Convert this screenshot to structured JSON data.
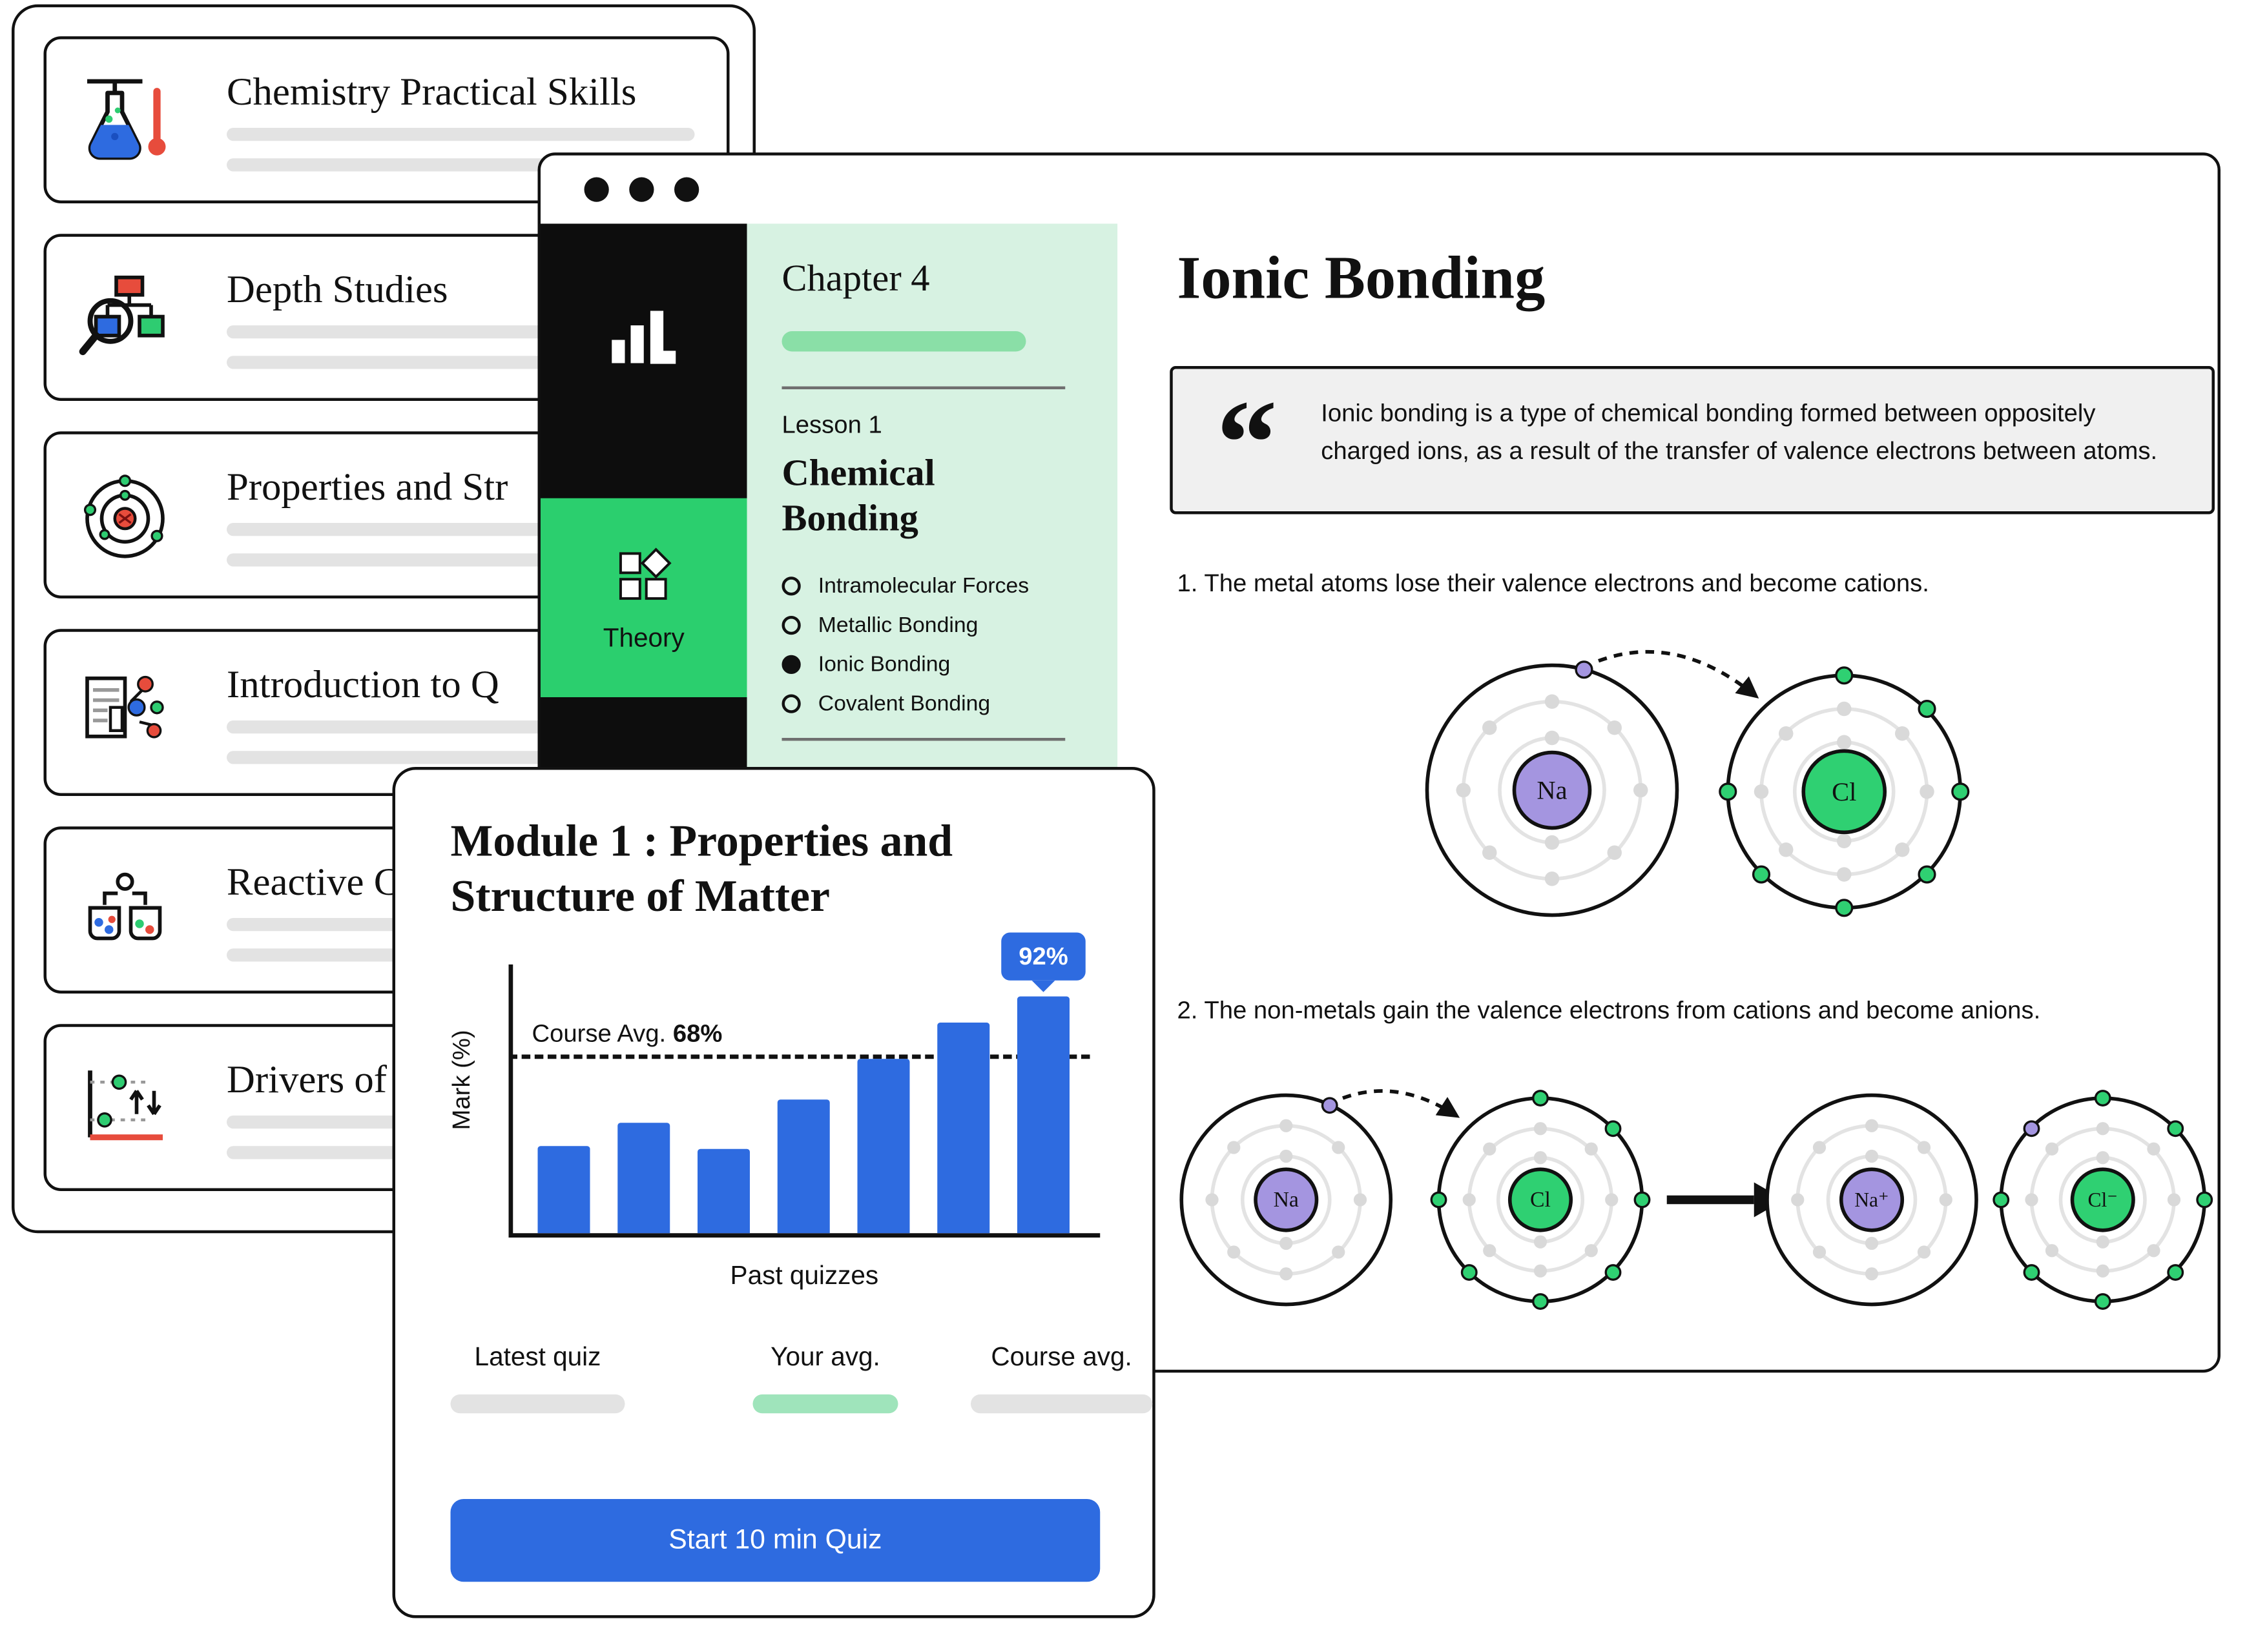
{
  "colors": {
    "accent_green": "#2bcf6e",
    "panel_green": "#d7f2e2",
    "progress_green": "#8adfa7",
    "primary_blue": "#2e6be0",
    "electron_purple": "#a495e0",
    "electron_green": "#2fd072",
    "placeholder_gray": "#e3e3e3",
    "ink": "#111111"
  },
  "course_list": {
    "items": [
      {
        "icon": "chemistry-flask-icon",
        "title": "Chemistry Practical Skills"
      },
      {
        "icon": "depth-studies-icon",
        "title": "Depth Studies"
      },
      {
        "icon": "atom-structure-icon",
        "title": "Properties and Str"
      },
      {
        "icon": "quantitative-doc-icon",
        "title": "Introduction to Q"
      },
      {
        "icon": "reactive-cells-icon",
        "title": "Reactive C"
      },
      {
        "icon": "drivers-chart-icon",
        "title": "Drivers of"
      }
    ]
  },
  "browser": {
    "nav": {
      "theory_label": "Theory"
    },
    "lesson_panel": {
      "chapter": "Chapter 4",
      "lesson_label": "Lesson 1",
      "lesson_title": "Chemical Bonding",
      "topics": [
        {
          "label": "Intramolecular Forces",
          "selected": false
        },
        {
          "label": "Metallic Bonding",
          "selected": false
        },
        {
          "label": "Ionic Bonding",
          "selected": true
        },
        {
          "label": "Covalent Bonding",
          "selected": false
        }
      ]
    },
    "content": {
      "title": "Ionic Bonding",
      "quote_mark": "“",
      "quote": "Ionic bonding is a type of chemical bonding formed between oppositely charged ions, as a result of the transfer of valence electrons between atoms.",
      "step1": "1. The metal atoms lose their valence electrons and become cations.",
      "step2": "2. The non-metals gain the valence electrons from cations and become anions.",
      "labels": {
        "na": "Na",
        "cl": "Cl",
        "na_cation": "Na⁺",
        "cl_anion": "Cl⁻"
      }
    }
  },
  "module_card": {
    "title": "Module 1 : Properties and Structure of Matter",
    "chart": {
      "type": "bar",
      "ylabel": "Mark (%)",
      "xlabel": "Past quizzes",
      "values": [
        34,
        43,
        33,
        52,
        68,
        82,
        92
      ],
      "course_avg": 68,
      "course_avg_label": "Course Avg.",
      "course_avg_value": "68%",
      "callout": "92%"
    },
    "legend": [
      {
        "label": "Latest quiz",
        "color": "#e3e3e3"
      },
      {
        "label": "Your avg.",
        "color": "#9fe4bb"
      },
      {
        "label": "Course avg.",
        "color": "#e3e3e3"
      }
    ],
    "button_label": "Start 10 min Quiz"
  },
  "chart_data": {
    "type": "bar",
    "x": [
      1,
      2,
      3,
      4,
      5,
      6,
      7
    ],
    "values": [
      34,
      43,
      33,
      52,
      68,
      82,
      92
    ],
    "ylabel": "Mark (%)",
    "xlabel": "Past quizzes",
    "ylim": [
      0,
      100
    ],
    "annotations": {
      "course_avg": 68,
      "latest_quiz_callout": "92%"
    },
    "bar_color": "#2e6be0",
    "grid": false,
    "legend_position": "below"
  }
}
